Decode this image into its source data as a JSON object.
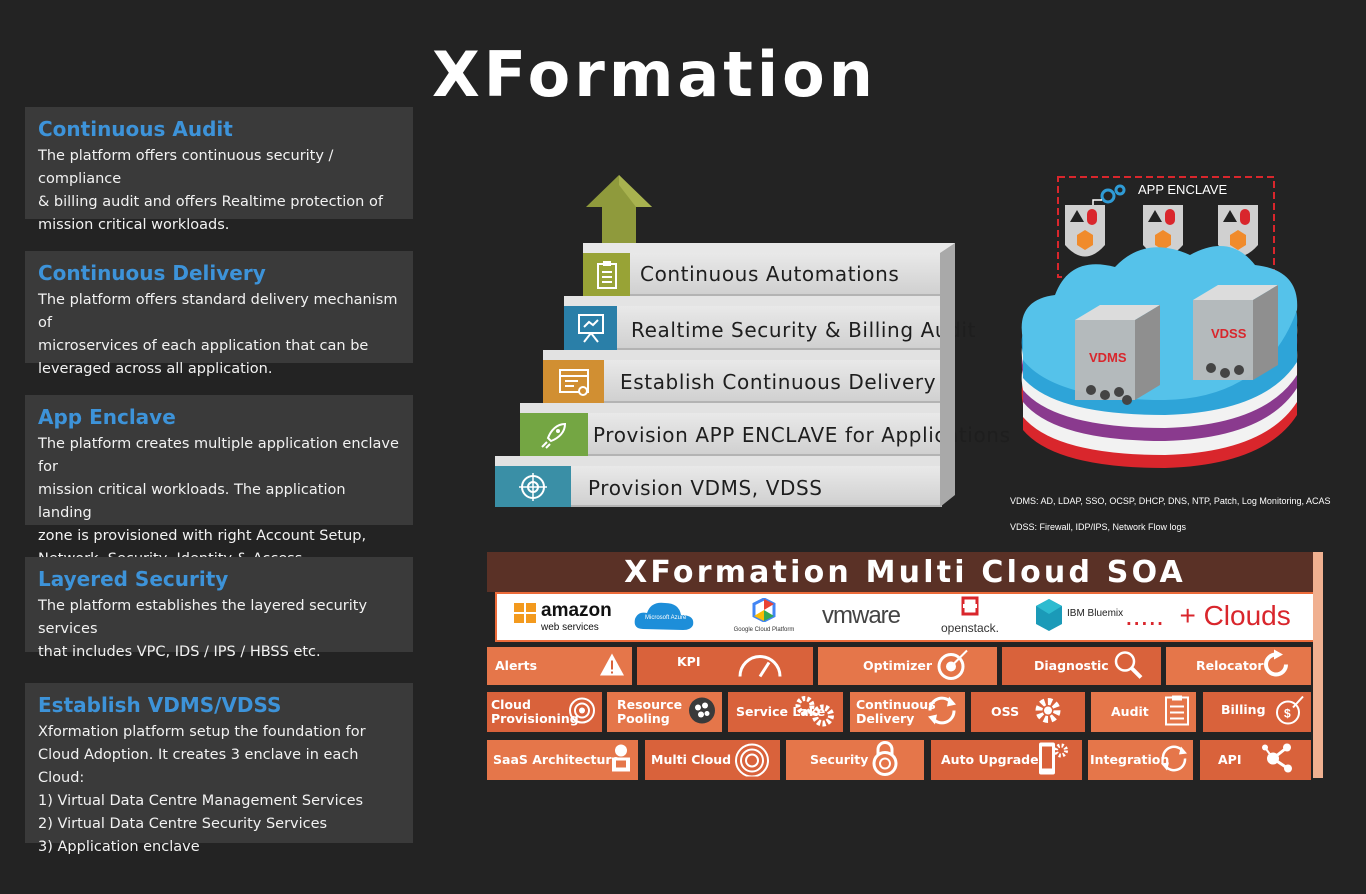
{
  "title": "XFormation",
  "sidebar": [
    {
      "heading": "Continuous Audit",
      "lines": [
        "The platform offers continuous security / compliance",
        "& billing audit and offers Realtime protection of",
        "mission critical workloads."
      ]
    },
    {
      "heading": "Continuous Delivery",
      "lines": [
        "The platform offers standard delivery mechanism of",
        "microservices of each application that can be",
        "leveraged across all application."
      ]
    },
    {
      "heading": "App Enclave",
      "lines": [
        "The platform creates multiple application enclave for",
        "mission critical workloads. The application landing",
        "zone is provisioned with right Account Setup,",
        "Network, Security, Identity & Access Management."
      ]
    },
    {
      "heading": "Layered Security",
      "lines": [
        "The platform establishes the layered security services",
        "that includes VPC, IDS / IPS / HBSS etc."
      ]
    },
    {
      "heading": "Establish VDMS/VDSS",
      "lines": [
        "Xformation platform setup the foundation for",
        "Cloud Adoption. It creates 3 enclave in each Cloud:",
        "1) Virtual Data Centre Management Services",
        "2) Virtual Data Centre Security Services",
        "3) Application enclave"
      ]
    }
  ],
  "stairs": [
    {
      "label": "Continuous Automations",
      "color": "#98a336",
      "icon": "clipboard-icon"
    },
    {
      "label": "Realtime Security & Billing Audit",
      "color": "#2a7fa8",
      "icon": "presentation-icon"
    },
    {
      "label": "Establish Continuous Delivery",
      "color": "#d18f32",
      "icon": "browser-code-icon"
    },
    {
      "label": "Provision APP ENCLAVE for Applications",
      "color": "#74a643",
      "icon": "rocket-icon"
    },
    {
      "label": "Provision VDMS, VDSS",
      "color": "#3a8fa6",
      "icon": "target-icon"
    }
  ],
  "enclave": {
    "label": "APP ENCLAVE",
    "vdms": "VDMS",
    "vdss": "VDSS",
    "vdms_note": "VDMS: AD, LDAP, SSO, OCSP, DHCP, DNS, NTP, Patch, Log Monitoring, ACAS",
    "vdss_note": "VDSS: Firewall, IDP/IPS, Network Flow logs"
  },
  "orchestration": {
    "title": "XFormation Multi Cloud SOA Orchestration",
    "clouds": {
      "amazon": "amazon",
      "amazon_sub": "web services",
      "azure": "Microsoft Azure",
      "google": "Google Cloud Platform",
      "vmware": "vmware",
      "openstack": "openstack.",
      "bluemix": "IBM Bluemix",
      "more": ".....  + Clouds"
    },
    "row1": [
      "Alerts",
      "KPI",
      "Optimizer",
      "Diagnostic",
      "Relocator"
    ],
    "row2": [
      "Cloud Provisioning",
      "Resource Pooling",
      "Service Lake",
      "Continuous Delivery",
      "OSS",
      "Audit",
      "Billing"
    ],
    "row3": [
      "SaaS Architecture",
      "Multi Cloud",
      "Security",
      "Auto Upgrades",
      "Integration",
      "API"
    ]
  },
  "colors": {
    "accent_blue": "#3d93d9",
    "orange": "#d9623b",
    "brown": "#5a3126"
  }
}
